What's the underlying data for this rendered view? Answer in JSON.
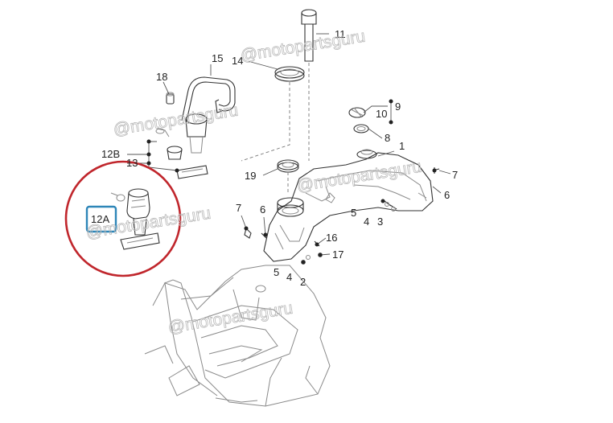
{
  "labels": {
    "l1": "1",
    "l2": "2",
    "l3": "3",
    "l4a": "4",
    "l4b": "4",
    "l5a": "5",
    "l5b": "5",
    "l6a": "6",
    "l6b": "6",
    "l7a": "7",
    "l7b": "7",
    "l8": "8",
    "l9": "9",
    "l10": "10",
    "l11": "11",
    "l12b": "12B",
    "l13": "13",
    "l14": "14",
    "l15": "15",
    "l16": "16",
    "l17": "17",
    "l18": "18",
    "l19": "19",
    "l12a": "12A"
  },
  "watermark": "@motopartsguru",
  "colors": {
    "highlight_circle": "#c0262c",
    "highlight_box": "#2e86b8",
    "line": "#333333",
    "watermark": "#b9b9b9"
  }
}
